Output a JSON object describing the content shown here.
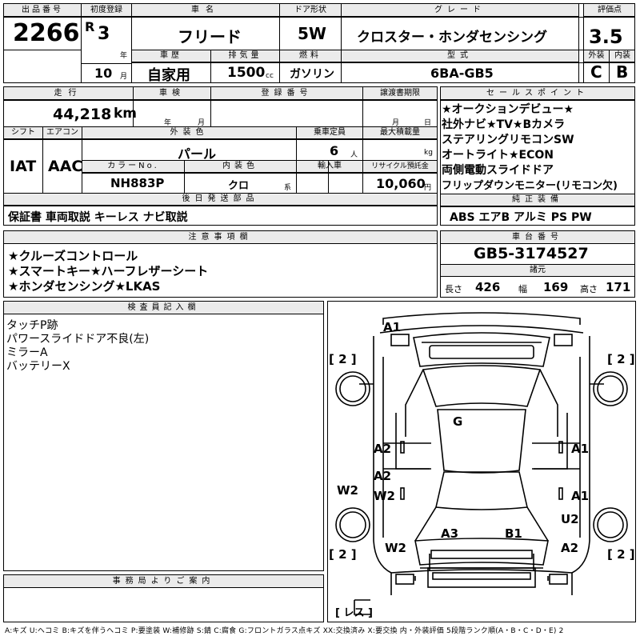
{
  "header": {
    "lot_label": "出品番号",
    "lot_no": "2266",
    "reg_label": "初度登録",
    "era": "R",
    "year": "3",
    "year_unit": "年",
    "month": "10",
    "month_unit": "月",
    "car_name_label": "車名",
    "car_name": "フリード",
    "door_label": "ドア形状",
    "door": "5W",
    "grade_label": "グレード",
    "grade": "クロスター・ホンダセンシング",
    "score_label": "評価点",
    "score": "3.5",
    "history_label": "車歴",
    "history": "自家用",
    "displacement_label": "排気量",
    "displacement": "1500",
    "cc": "cc",
    "fuel_label": "燃料",
    "fuel": "ガソリン",
    "model_label": "型式",
    "model": "6BA-GB5",
    "ext_label": "外装",
    "ext": "C",
    "int_label": "内装",
    "int": "B"
  },
  "row2": {
    "mileage_label": "走行",
    "mileage": "44,218",
    "km": "km",
    "inspection_label": "車検",
    "insp_year_unit": "年",
    "insp_month_unit": "月",
    "regno_label": "登録番号",
    "deadline_label": "譲渡書期限",
    "deadline_month_unit": "月",
    "deadline_day_unit": "日",
    "shift_label": "シフト",
    "shift": "IAT",
    "ac_label": "エアコン",
    "ac": "AAC",
    "color_label": "外装色",
    "color": "パール",
    "seats_label": "乗車定員",
    "seats": "6",
    "seats_unit": "人",
    "load_label": "最大積載量",
    "load_unit": "kg",
    "colorno_label": "カラーNo.",
    "colorno": "NH883P",
    "intcolor_label": "内装色",
    "intcolor": "クロ",
    "intcolor_unit": "系",
    "import_label": "輸入車",
    "recycle_label": "リサイクル預託金",
    "recycle": "10,060",
    "recycle_unit": "円",
    "later_label": "後日発送部品",
    "later": "保証書 車両取説 キーレス ナビ取説"
  },
  "sales_points": {
    "label": "セールスポイント",
    "items": [
      "★オークションデビュー★",
      "社外ナビ★TV★Bカメラ",
      "ステアリングリモコンSW",
      "オートライト★ECON",
      "両側電動スライドドア",
      "フリップダウンモニター(リモコン欠)"
    ]
  },
  "equipment": {
    "label": "純正装備",
    "value": "ABS エアB アルミ PS PW"
  },
  "notes": {
    "label": "注意事項欄",
    "lines": [
      "★クルーズコントロール",
      "★スマートキー★ハーフレザーシート",
      "★ホンダセンシング★LKAS"
    ]
  },
  "chassis": {
    "label": "車台番号",
    "value": "GB5-3174527"
  },
  "specs": {
    "label": "諸元",
    "length_label": "長さ",
    "length": "426",
    "width_label": "幅",
    "width": "169",
    "height_label": "高さ",
    "height": "171"
  },
  "inspector": {
    "label": "検査員記入欄",
    "lines": [
      "タッチP跡",
      "パワースライドドア不良(左)",
      "ミラーA",
      "バッテリーX"
    ]
  },
  "office": {
    "label": "事務局よりご案内"
  },
  "diagram": {
    "labels": {
      "a1_top": "A1",
      "tire_fl": "[ 2 ]",
      "tire_fr": "[ 2 ]",
      "roof": "G",
      "left_a2": "A2",
      "right_a1": "A1",
      "left_a2b": "A2",
      "left_w2": "W2",
      "left_w2_outer": "W2",
      "right_a1b": "A1",
      "right_u2": "U2",
      "rear_a3": "A3",
      "rear_b1": "B1",
      "rear_w2": "W2",
      "rear_a2": "A2",
      "tire_rl": "[ 2 ]",
      "tire_rr": "[ 2 ]",
      "spare": "[ レス ]"
    }
  },
  "legend": "A:キズ U:ヘコミ B:キズを伴うヘコミ P:要塗装 W:補修跡 S:錆 C:腐食 G:フロントガラス点キズ XX:交換済み X:要交換 内・外装評価 5段階ランク順(A・B・C・D・E) 2"
}
